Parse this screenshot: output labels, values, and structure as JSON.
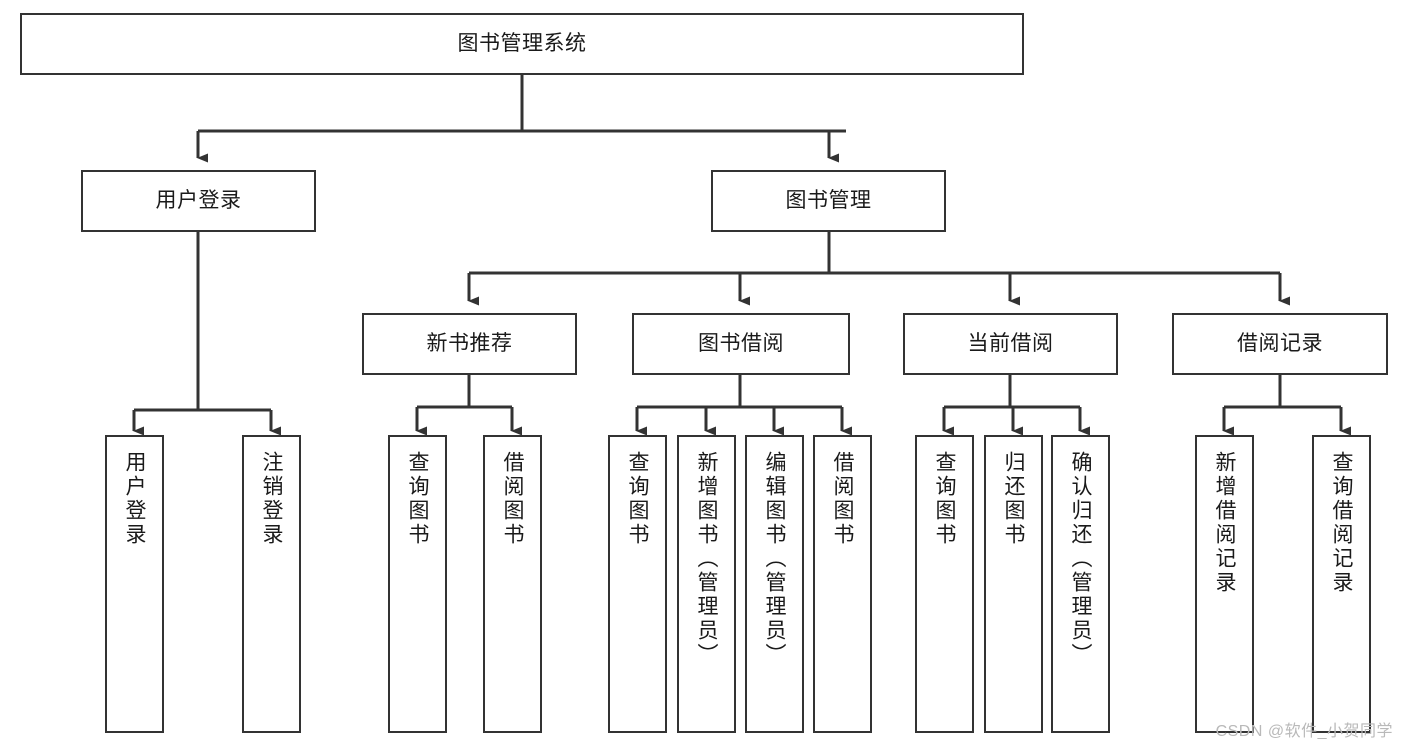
{
  "diagram": {
    "type": "tree-hierarchy",
    "title": "图书管理系统",
    "watermark": "CSDN @软件_小贺同学",
    "stroke_color": "#333333",
    "fill_color": "#ffffff",
    "text_color": "#1a1a1a",
    "nodes": {
      "root": "图书管理系统",
      "l2": [
        "用户登录",
        "图书管理"
      ],
      "l3": [
        "新书推荐",
        "图书借阅",
        "当前借阅",
        "借阅记录"
      ],
      "leaves": [
        "用户登录",
        "注销登录",
        "查询图书",
        "借阅图书",
        "查询图书",
        "新增图书（管理员）",
        "编辑图书（管理员）",
        "借阅图书",
        "查询图书",
        "归还图书",
        "确认归还（管理员）",
        "新增借阅记录",
        "查询借阅记录"
      ]
    },
    "edges": [
      {
        "from": "图书管理系统",
        "to": "用户登录"
      },
      {
        "from": "图书管理系统",
        "to": "图书管理"
      },
      {
        "from": "用户登录",
        "to": "用户登录"
      },
      {
        "from": "用户登录",
        "to": "注销登录"
      },
      {
        "from": "图书管理",
        "to": "新书推荐"
      },
      {
        "from": "图书管理",
        "to": "图书借阅"
      },
      {
        "from": "图书管理",
        "to": "当前借阅"
      },
      {
        "from": "图书管理",
        "to": "借阅记录"
      },
      {
        "from": "新书推荐",
        "to": "查询图书"
      },
      {
        "from": "新书推荐",
        "to": "借阅图书"
      },
      {
        "from": "图书借阅",
        "to": "查询图书"
      },
      {
        "from": "图书借阅",
        "to": "新增图书（管理员）"
      },
      {
        "from": "图书借阅",
        "to": "编辑图书（管理员）"
      },
      {
        "from": "图书借阅",
        "to": "借阅图书"
      },
      {
        "from": "当前借阅",
        "to": "查询图书"
      },
      {
        "from": "当前借阅",
        "to": "归还图书"
      },
      {
        "from": "当前借阅",
        "to": "确认归还（管理员）"
      },
      {
        "from": "借阅记录",
        "to": "新增借阅记录"
      },
      {
        "from": "借阅记录",
        "to": "查询借阅记录"
      }
    ]
  }
}
